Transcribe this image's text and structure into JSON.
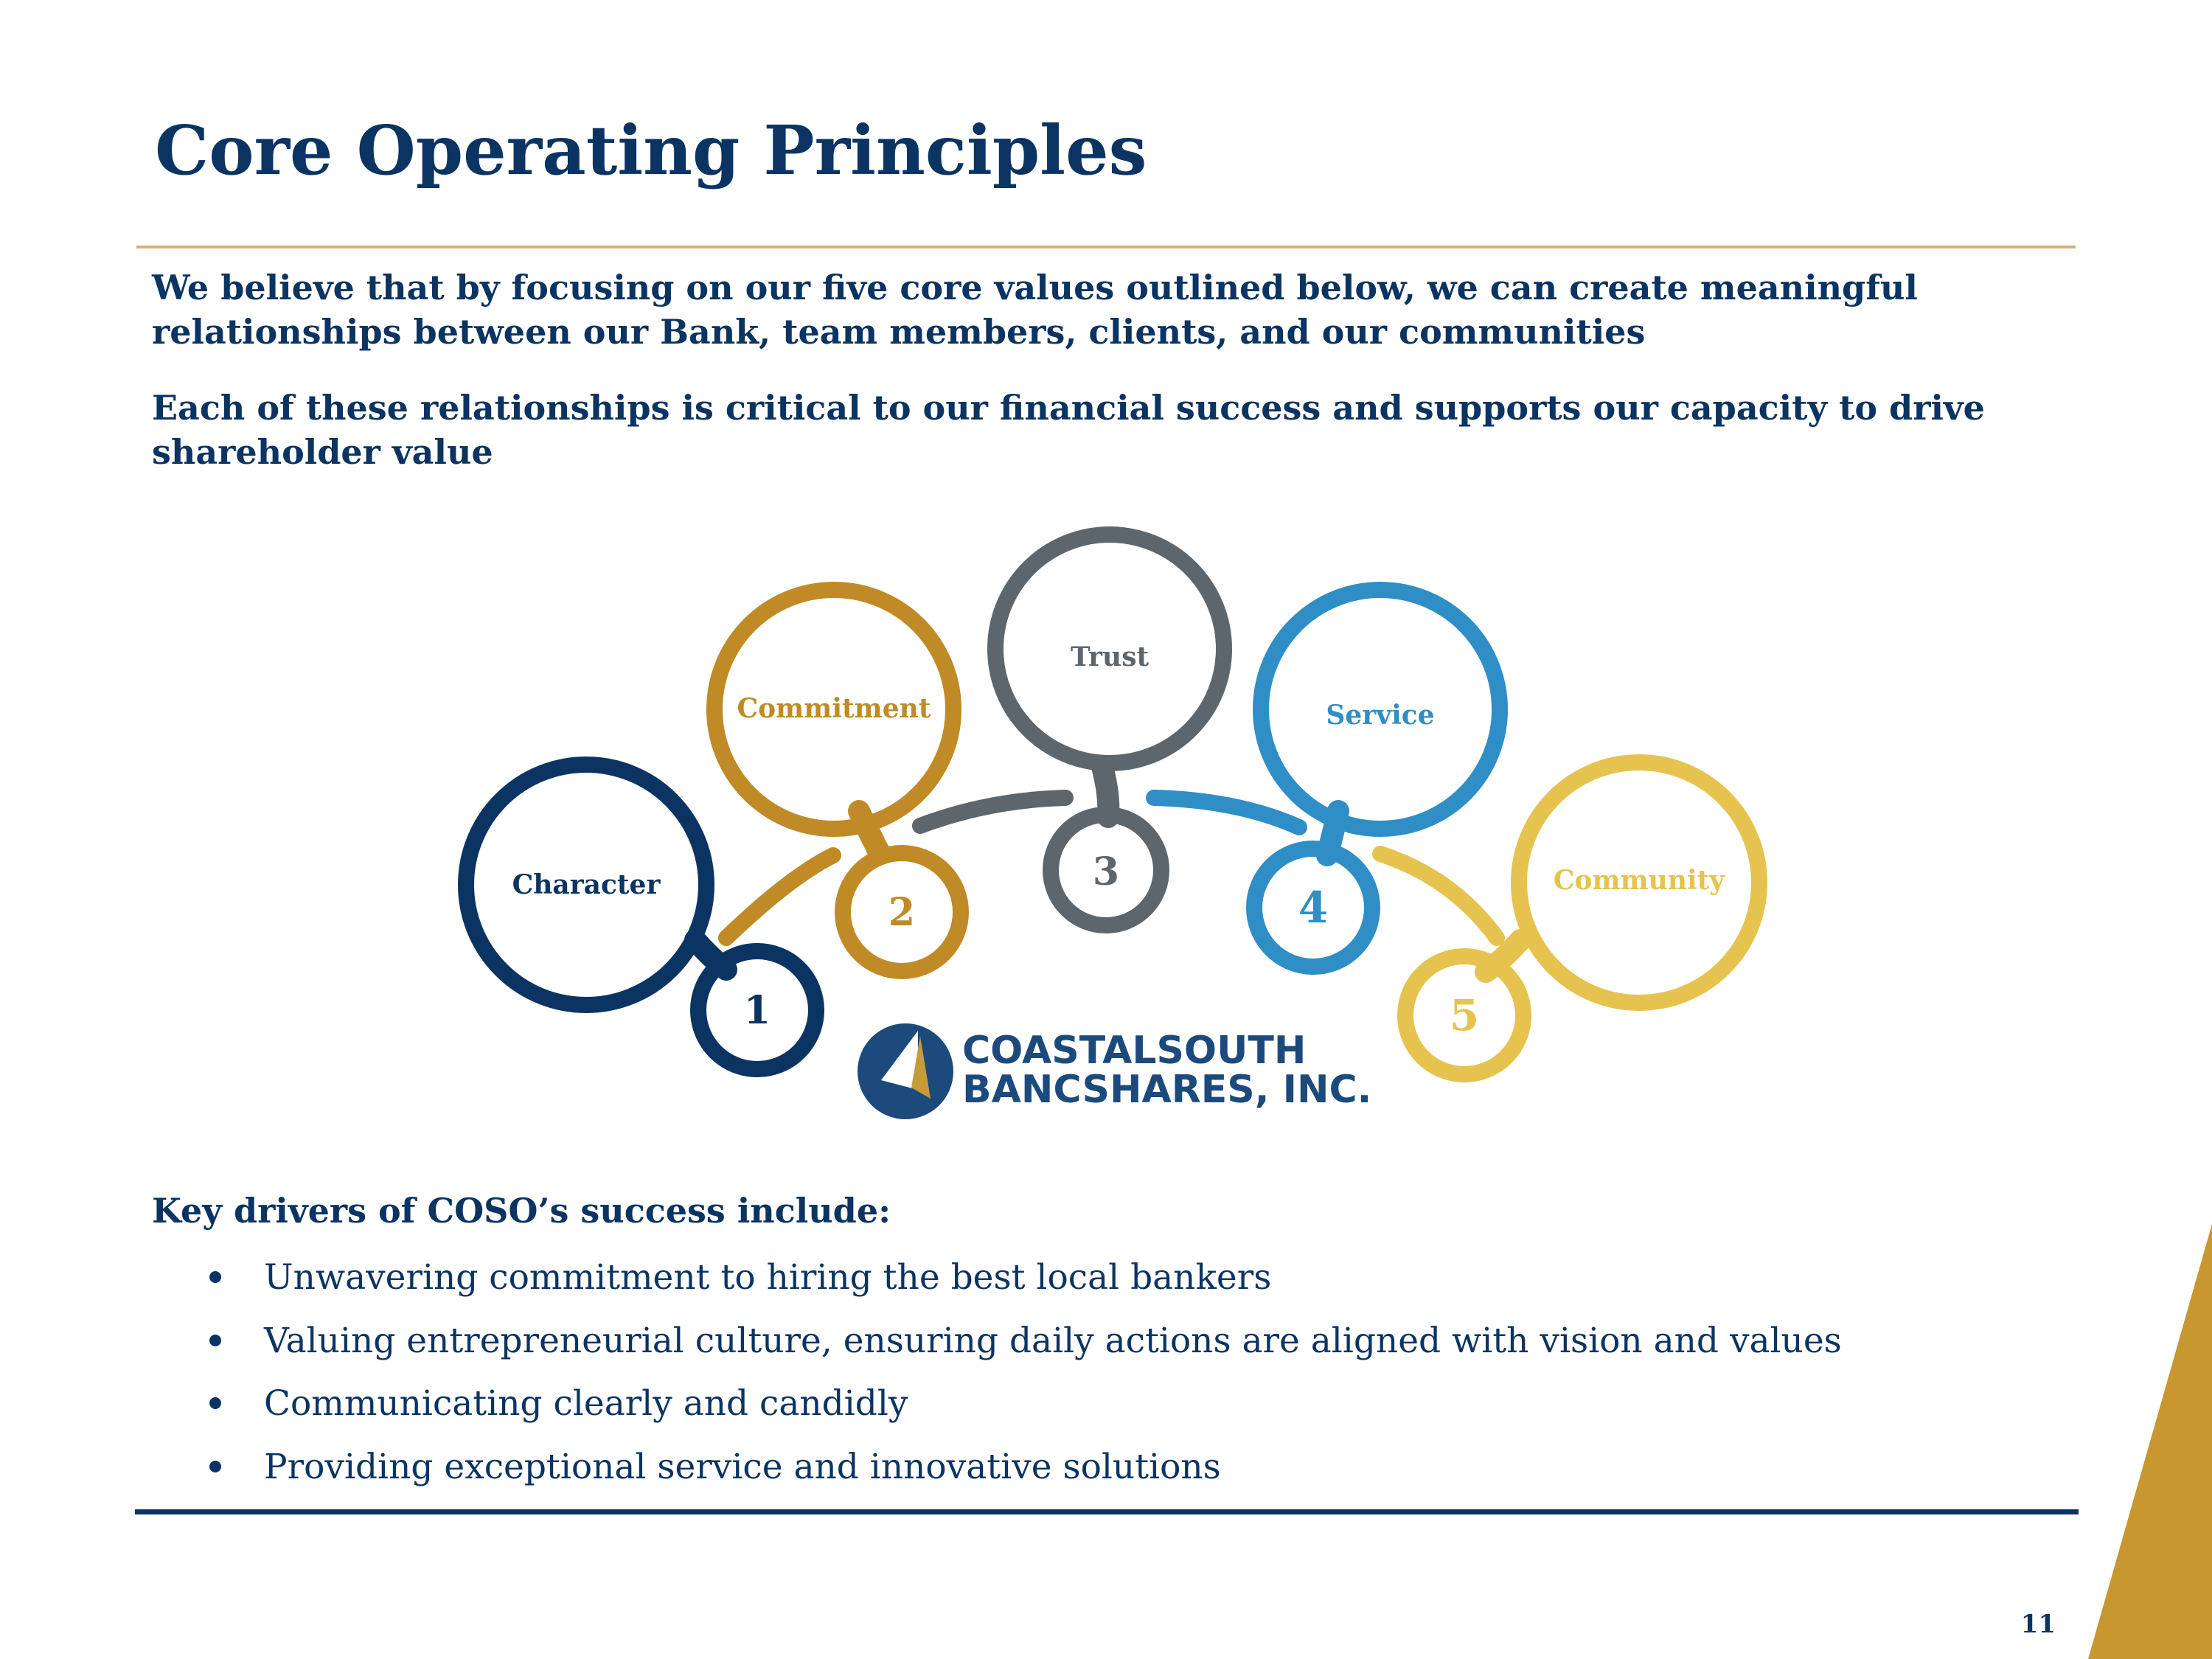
{
  "slide": {
    "title": "Core Operating Principles",
    "intro": [
      "We believe that by focusing on our five core values outlined below, we can create meaningful relationships between our Bank, team members, clients, and our communities",
      "Each of these relationships is critical to our financial success and supports our capacity to drive shareholder value"
    ],
    "page_number": "11"
  },
  "values": [
    {
      "number": "1",
      "label": "Character",
      "color": "#0b3463"
    },
    {
      "number": "2",
      "label": "Commitment",
      "color": "#c08a26"
    },
    {
      "number": "3",
      "label": "Trust",
      "color": "#5d666d"
    },
    {
      "number": "4",
      "label": "Service",
      "color": "#2f8ec6"
    },
    {
      "number": "5",
      "label": "Community",
      "color": "#e6c34e"
    }
  ],
  "logo": {
    "line1": "COASTALSOUTH",
    "line2": "BANCSHARES, INC.",
    "color": "#1c4a7d",
    "accent": "#c79a3a"
  },
  "drivers": {
    "title": "Key drivers of COSO’s success include:",
    "items": [
      "Unwavering commitment to hiring the best local bankers",
      "Valuing entrepreneurial culture, ensuring daily actions are aligned with vision and values",
      "Communicating clearly and candidly",
      "Providing exceptional service and innovative solutions"
    ]
  },
  "colors": {
    "navy": "#0b3463",
    "gold_rule": "#d3b56e",
    "corner_gold": "#c8972f"
  }
}
